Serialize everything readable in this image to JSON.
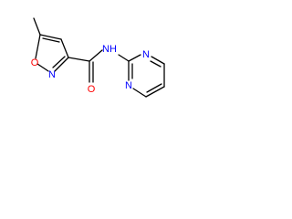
{
  "molecule": {
    "atoms": {
      "ring_oxygen": {
        "symbol": "O",
        "color": "#ff0000"
      },
      "ring_nitrogen": {
        "symbol": "N",
        "color": "#0000ff"
      },
      "carbonyl_oxygen": {
        "symbol": "O",
        "color": "#ff0000"
      },
      "amide_nh": {
        "symbol": "NH",
        "color": "#0000ff"
      },
      "pyrimidine_n1": {
        "symbol": "N",
        "color": "#0000ff"
      },
      "pyrimidine_n3": {
        "symbol": "N",
        "color": "#0000ff"
      }
    },
    "bond_color": "#000000"
  }
}
